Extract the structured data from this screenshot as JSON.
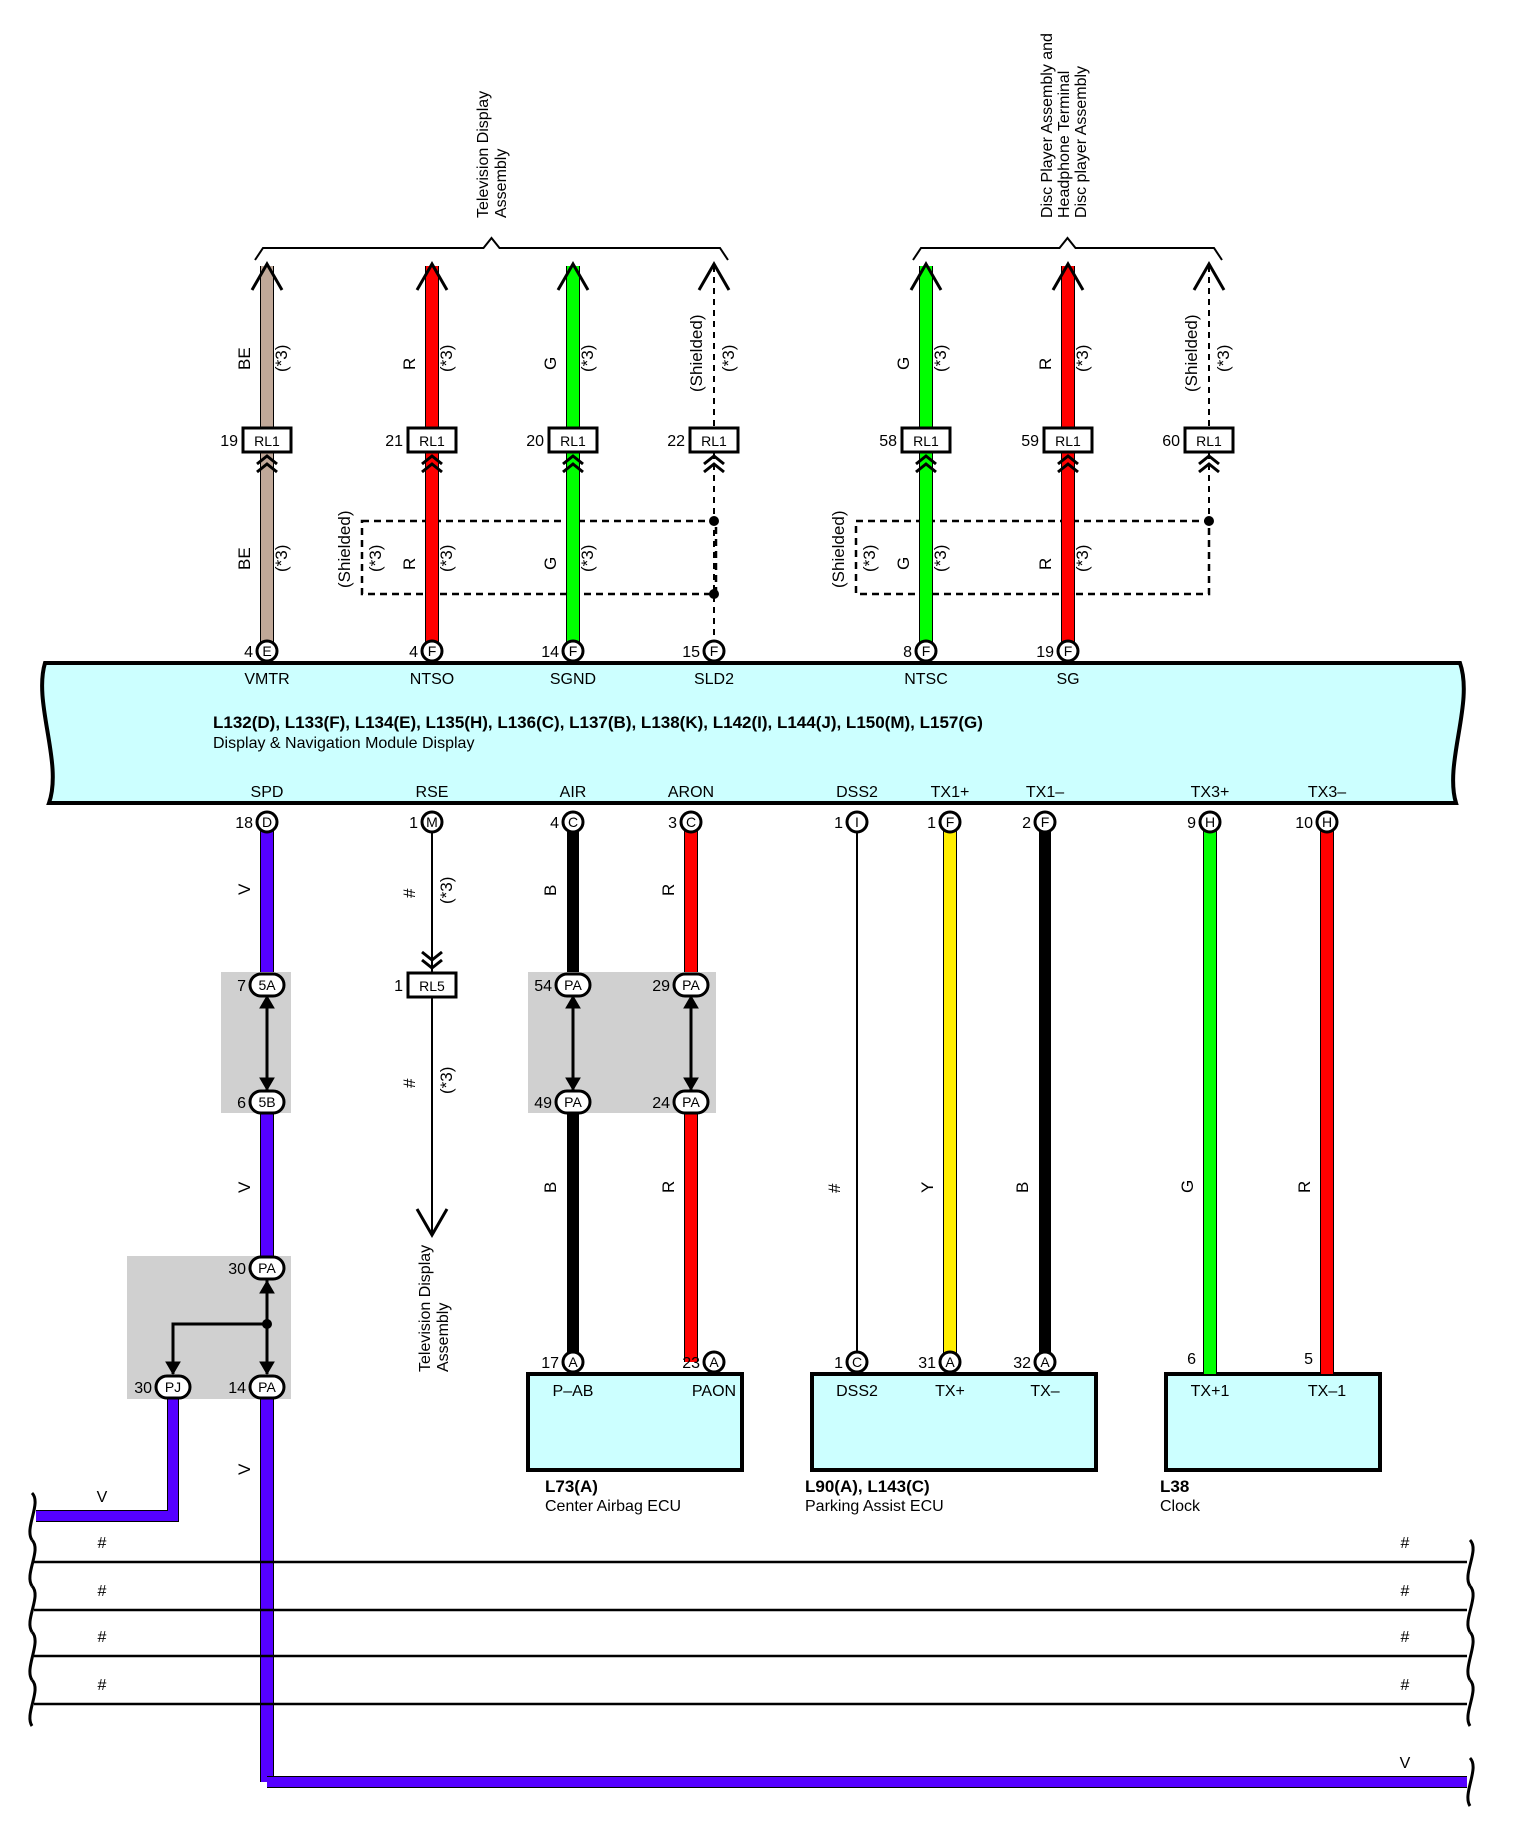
{
  "top_groups": [
    {
      "id": "tv",
      "label_lines": [
        "Television Display",
        "Assembly"
      ]
    },
    {
      "id": "disc",
      "label_lines": [
        "Disc Player Assembly and",
        "Headphone Terminal",
        "Disc player Assembly"
      ]
    }
  ],
  "module": {
    "title": "L132(D), L133(F), L134(E), L135(H), L136(C), L137(B), L138(K), L142(I), L144(J), L150(M), L157(G)",
    "subtitle": "Display & Navigation Module Display",
    "color": "#ccffff"
  },
  "top_pins": [
    {
      "id": "vmtr",
      "num": "4",
      "conn": "E",
      "label": "VMTR",
      "relay_num": "19",
      "relay": "RL1",
      "color_code": "BE",
      "note": "(*3)",
      "color": "#c0a898",
      "shielded": false
    },
    {
      "id": "ntso",
      "num": "4",
      "conn": "F",
      "label": "NTSO",
      "relay_num": "21",
      "relay": "RL1",
      "color_code": "R",
      "note": "(*3)",
      "color": "#ff0000",
      "shielded": false
    },
    {
      "id": "sgnd",
      "num": "14",
      "conn": "F",
      "label": "SGND",
      "relay_num": "20",
      "relay": "RL1",
      "color_code": "G",
      "note": "(*3)",
      "color": "#00ff00",
      "shielded": false
    },
    {
      "id": "sld2",
      "num": "15",
      "conn": "F",
      "label": "SLD2",
      "relay_num": "22",
      "relay": "RL1",
      "color_code": "(Shielded)",
      "note": "(*3)",
      "color": "#000000",
      "shielded": true
    },
    {
      "id": "ntsc",
      "num": "8",
      "conn": "F",
      "label": "NTSC",
      "relay_num": "58",
      "relay": "RL1",
      "color_code": "G",
      "note": "(*3)",
      "color": "#00ff00",
      "shielded": false
    },
    {
      "id": "sg",
      "num": "19",
      "conn": "F",
      "label": "SG",
      "relay_num": "59",
      "relay": "RL1",
      "color_code": "R",
      "note": "(*3)",
      "color": "#ff0000",
      "shielded": false
    },
    {
      "id": "disc-shield",
      "num": "",
      "conn": "",
      "label": "",
      "relay_num": "60",
      "relay": "RL1",
      "color_code": "(Shielded)",
      "note": "(*3)",
      "color": "#000000",
      "shielded": true
    }
  ],
  "shield_boxes": [
    {
      "label": "(Shielded)",
      "note": "(*3)"
    },
    {
      "label": "(Shielded)",
      "note": "(*3)"
    }
  ],
  "bottom_pins": [
    {
      "id": "spd",
      "num": "18",
      "conn": "D",
      "label": "SPD",
      "color_code": "V",
      "color": "#5500ff"
    },
    {
      "id": "rse",
      "num": "1",
      "conn": "M",
      "label": "RSE",
      "color_code": "#",
      "note": "(*3)",
      "color": "#000000"
    },
    {
      "id": "air",
      "num": "4",
      "conn": "C",
      "label": "AIR",
      "color_code": "B",
      "color": "#000000"
    },
    {
      "id": "aron",
      "num": "3",
      "conn": "C",
      "label": "ARON",
      "color_code": "R",
      "color": "#ff0000"
    },
    {
      "id": "dss2",
      "num": "1",
      "conn": "I",
      "label": "DSS2",
      "color_code": "#",
      "color": "#000000"
    },
    {
      "id": "tx1p",
      "num": "1",
      "conn": "F",
      "label": "TX1+",
      "color_code": "Y",
      "color": "#ffee00"
    },
    {
      "id": "tx1m",
      "num": "2",
      "conn": "F",
      "label": "TX1–",
      "color_code": "B",
      "color": "#000000"
    },
    {
      "id": "tx3p",
      "num": "9",
      "conn": "H",
      "label": "TX3+",
      "color_code": "G",
      "color": "#00ff00"
    },
    {
      "id": "tx3m",
      "num": "10",
      "conn": "H",
      "label": "TX3–",
      "color_code": "R",
      "color": "#ff0000"
    }
  ],
  "junctions": {
    "spd_5a": {
      "num": "7",
      "conn": "5A"
    },
    "spd_5b": {
      "num": "6",
      "conn": "5B"
    },
    "rse_rl5": {
      "num": "1",
      "conn": "RL5"
    },
    "air_pa_top": {
      "num": "54",
      "conn": "PA"
    },
    "air_pa_bot": {
      "num": "49",
      "conn": "PA"
    },
    "aron_pa_top": {
      "num": "29",
      "conn": "PA"
    },
    "aron_pa_bot": {
      "num": "24",
      "conn": "PA"
    },
    "spd_pa_30": {
      "num": "30",
      "conn": "PA"
    },
    "spd_pj_30": {
      "num": "30",
      "conn": "PJ"
    },
    "spd_pa_14": {
      "num": "14",
      "conn": "PA"
    }
  },
  "rse_destination": [
    "Television Display",
    "Assembly"
  ],
  "ecus": [
    {
      "id": "airbag",
      "code": "L73(A)",
      "name": "Center Airbag ECU",
      "pins": [
        {
          "num": "17",
          "conn": "A",
          "label": "P–AB"
        },
        {
          "num": "23",
          "conn": "A",
          "label": "PAON"
        }
      ]
    },
    {
      "id": "parking",
      "code": "L90(A), L143(C)",
      "name": "Parking Assist ECU",
      "pins": [
        {
          "num": "1",
          "conn": "C",
          "label": "DSS2"
        },
        {
          "num": "31",
          "conn": "A",
          "label": "TX+"
        },
        {
          "num": "32",
          "conn": "A",
          "label": "TX–"
        }
      ]
    },
    {
      "id": "clock",
      "code": "L38",
      "name": "Clock",
      "pins": [
        {
          "num": "6",
          "conn": "",
          "label": "TX+1"
        },
        {
          "num": "5",
          "conn": "",
          "label": "TX–1"
        }
      ]
    }
  ],
  "bus_lines": [
    {
      "left": "V",
      "right": "",
      "color": "#5500ff"
    },
    {
      "left": "#",
      "right": "#",
      "color": "#000000"
    },
    {
      "left": "#",
      "right": "#",
      "color": "#000000"
    },
    {
      "left": "#",
      "right": "#",
      "color": "#000000"
    },
    {
      "left": "#",
      "right": "#",
      "color": "#000000"
    },
    {
      "left": "",
      "right": "V",
      "color": "#5500ff"
    }
  ],
  "colors": {
    "junction_box": "#d0d0d0",
    "ecu_fill": "#ccffff"
  }
}
